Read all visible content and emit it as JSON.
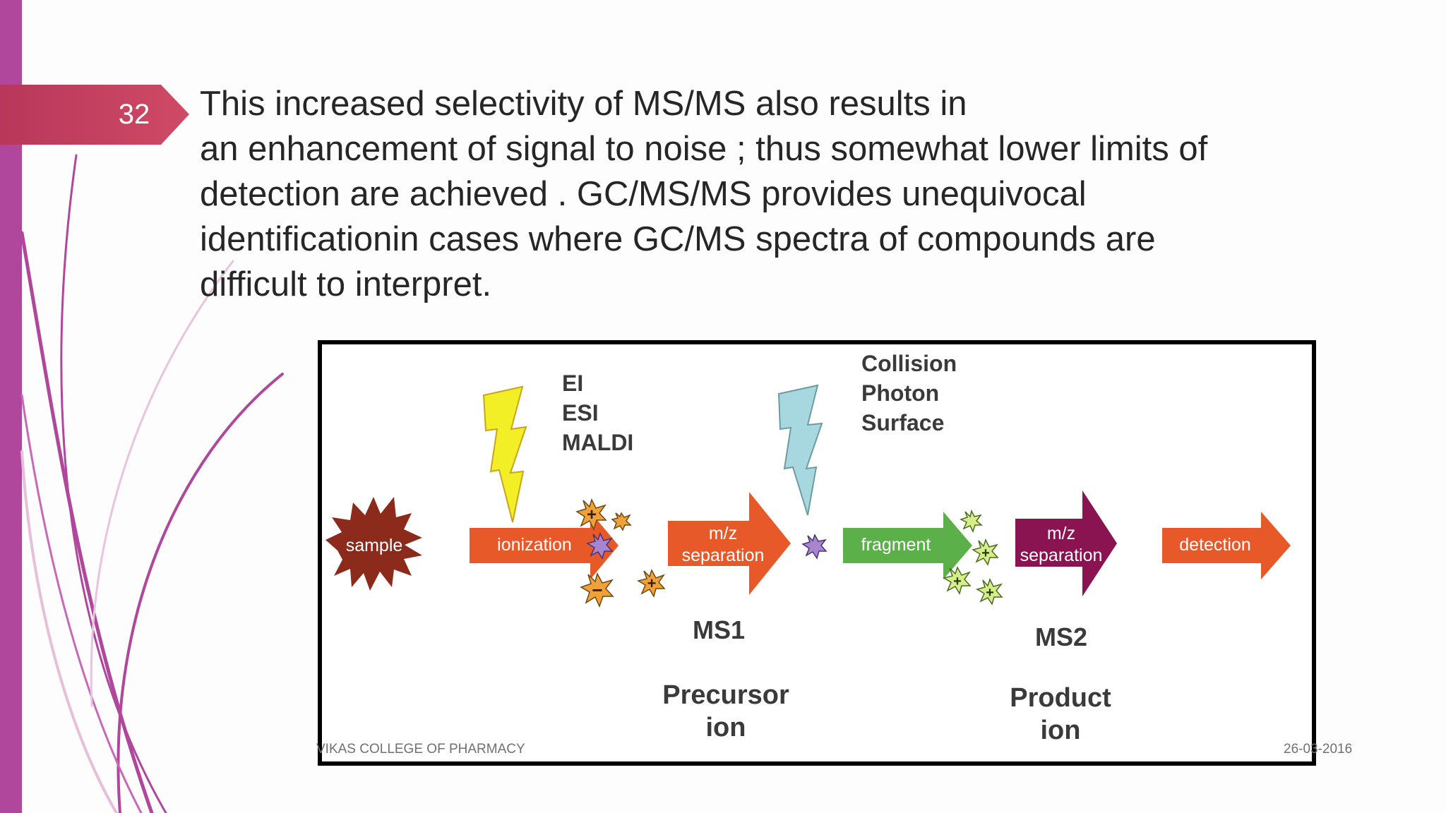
{
  "slide": {
    "number": "32",
    "body": "                                  This increased selectivity of MS/MS also results in\nan enhancement of signal to noise ; thus somewhat lower limits of\ndetection are achieved . GC/MS/MS  provides  unequivocal\nidentificationin cases where GC/MS spectra of compounds are\ndifficult to interpret."
  },
  "diagram": {
    "ionization_methods": "EI\nESI\nMALDI",
    "activation_methods": "Collision\nPhoton\nSurface",
    "sample_label": "sample",
    "ionization_label": "ionization",
    "ms1_separation_label": "m/z\nseparation",
    "fragment_label": "fragment",
    "ms2_separation_label": "m/z\nseparation",
    "detection_label": "detection",
    "ms1_label": "MS1",
    "ms2_label": "MS2",
    "precursor_label": "Precursor\nion",
    "product_label": "Product\nion"
  },
  "footer": {
    "organization": "VIKAS COLLEGE OF PHARMACY",
    "date": "26-03-2016"
  },
  "colors": {
    "accent": "#b0479c",
    "tab": "#c4405f",
    "orange_arrow": "#e8592a",
    "green_arrow": "#5cb04a",
    "maroon_arrow": "#8a1452",
    "sample_burst": "#8c2a1c",
    "ionization_bolt": "#f2ef27",
    "activation_bolt": "#a7d8e0"
  }
}
